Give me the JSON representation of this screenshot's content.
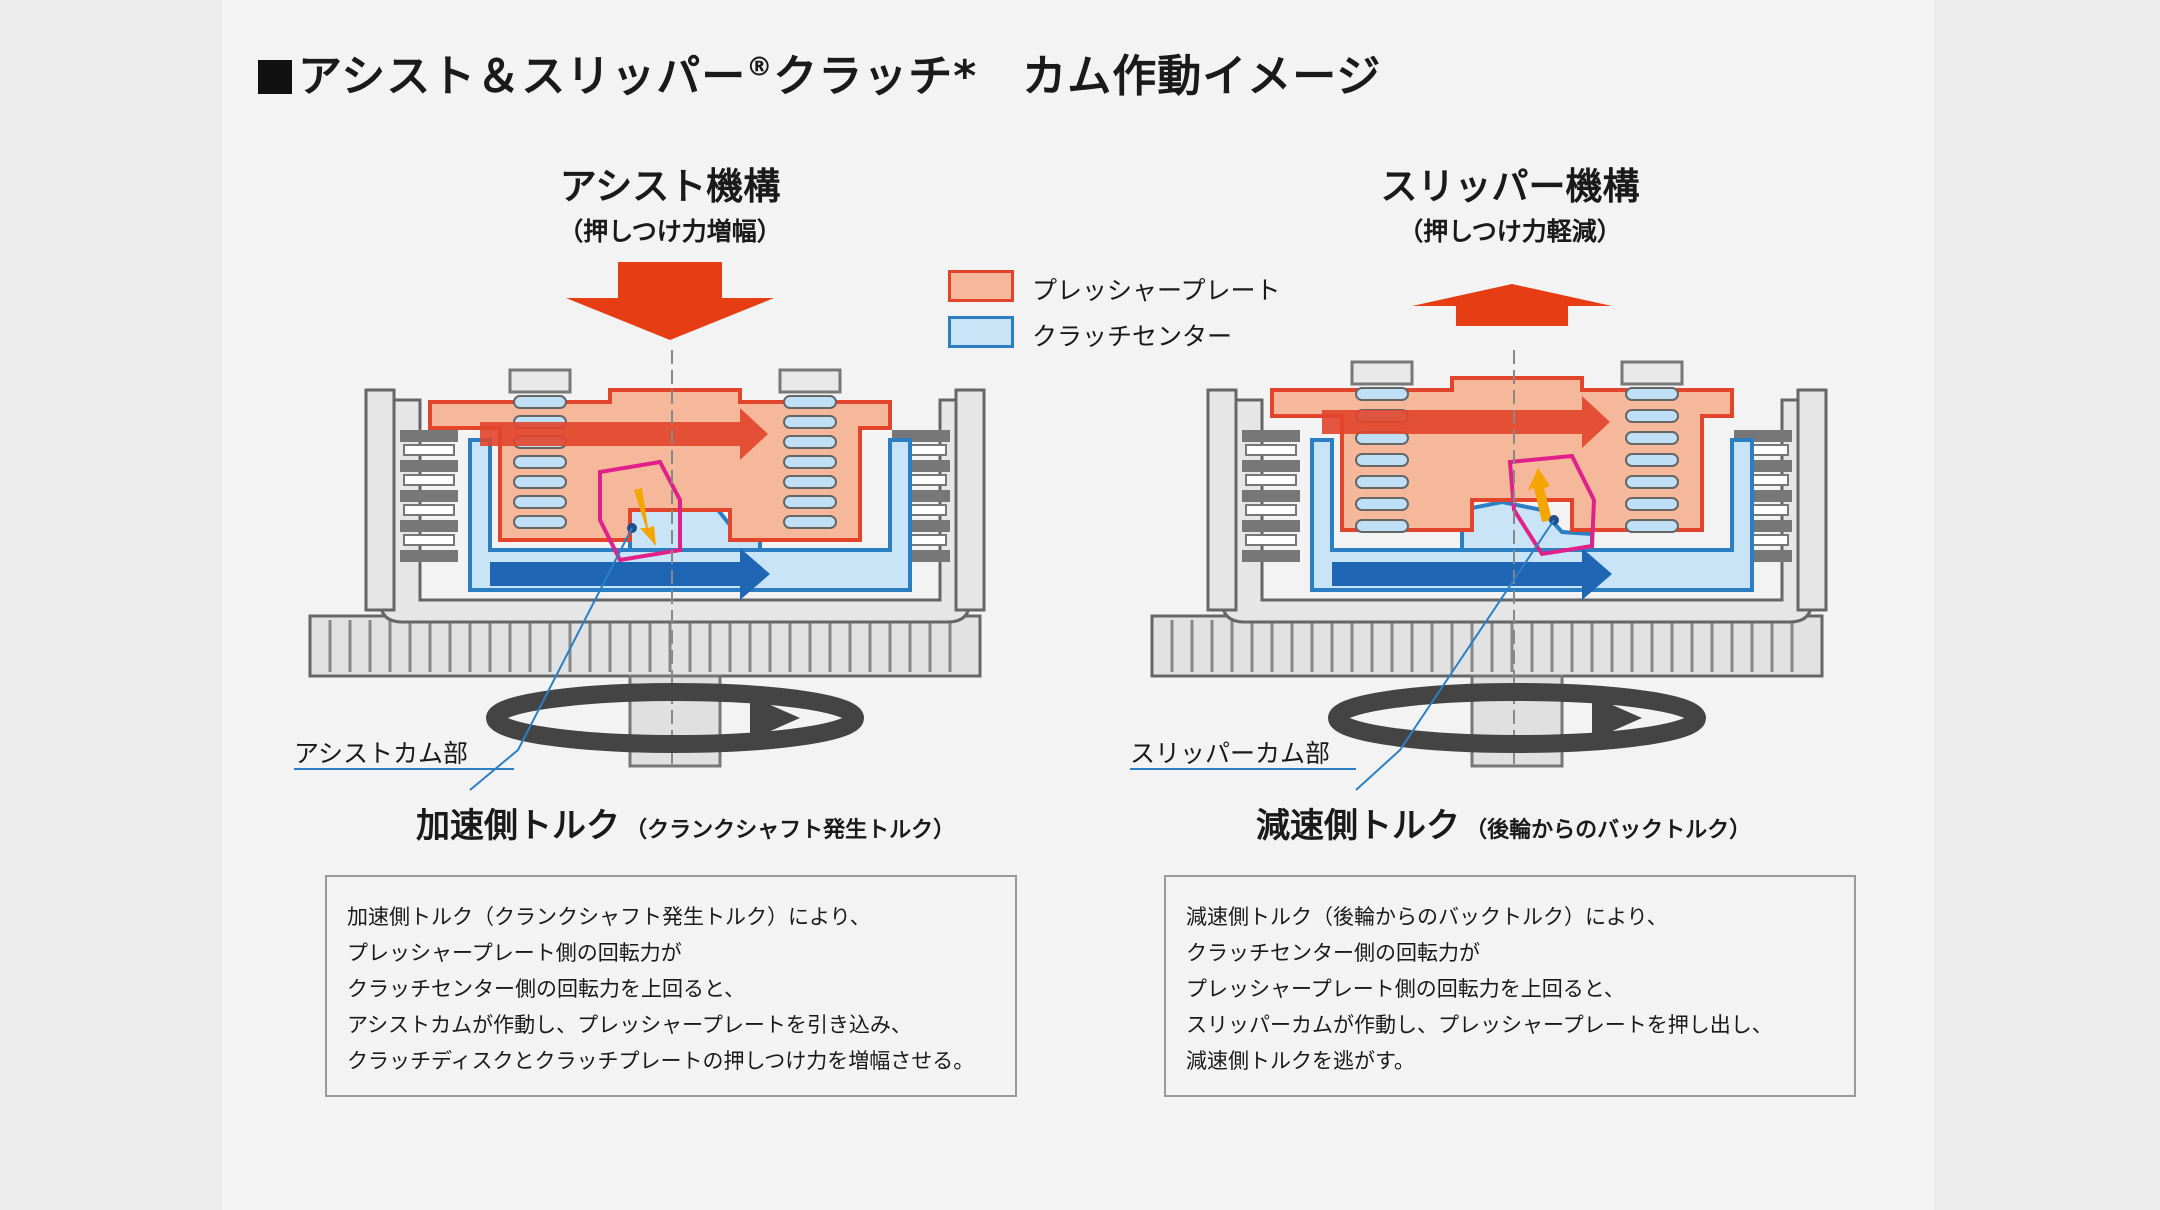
{
  "title": {
    "marker": "■",
    "text_a": "アシスト＆スリッパー",
    "reg": "®",
    "text_b": "クラッチ*　カム作動イメージ"
  },
  "legend": [
    {
      "label": "プレッシャープレート",
      "color": "#f6b89b",
      "border": "#e2452b"
    },
    {
      "label": "クラッチセンター",
      "color": "#c8e4f6",
      "border": "#2d7fc4"
    }
  ],
  "assist": {
    "title": "アシスト機構",
    "subtitle": "（押しつけ力増幅）",
    "cam_label": "アシストカム部",
    "torque_title": "加速側トルク",
    "torque_note": "（クランクシャフト発生トルク）",
    "description": [
      "加速側トルク（クランクシャフト発生トルク）により、",
      "プレッシャープレート側の回転力が",
      "クラッチセンター側の回転力を上回ると、",
      "アシストカムが作動し、プレッシャープレートを引き込み、",
      "クラッチディスクとクラッチプレートの押しつけ力を増幅させる。"
    ]
  },
  "slipper": {
    "title": "スリッパー機構",
    "subtitle": "（押しつけ力軽減）",
    "cam_label": "スリッパーカム部",
    "torque_title": "減速側トルク",
    "torque_note": "（後輪からのバックトルク）",
    "description": [
      "減速側トルク（後輪からのバックトルク）により、",
      "クラッチセンター側の回転力が",
      "プレッシャープレート側の回転力を上回ると、",
      "スリッパーカムが作動し、プレッシャープレートを押し出し、",
      "減速側トルクを逃がす。"
    ]
  },
  "colors": {
    "pressure_plate": "#f6b89b",
    "pressure_plate_border": "#e2452b",
    "clutch_center": "#c8e4f6",
    "clutch_center_border": "#2d7fc4",
    "force_arrow": "#e63d14",
    "cam_highlight": "#e0218a",
    "cam_arrow": "#f5a500"
  },
  "icons": {
    "assist_force": "down-arrow-icon",
    "slipper_force": "up-arrow-icon"
  }
}
